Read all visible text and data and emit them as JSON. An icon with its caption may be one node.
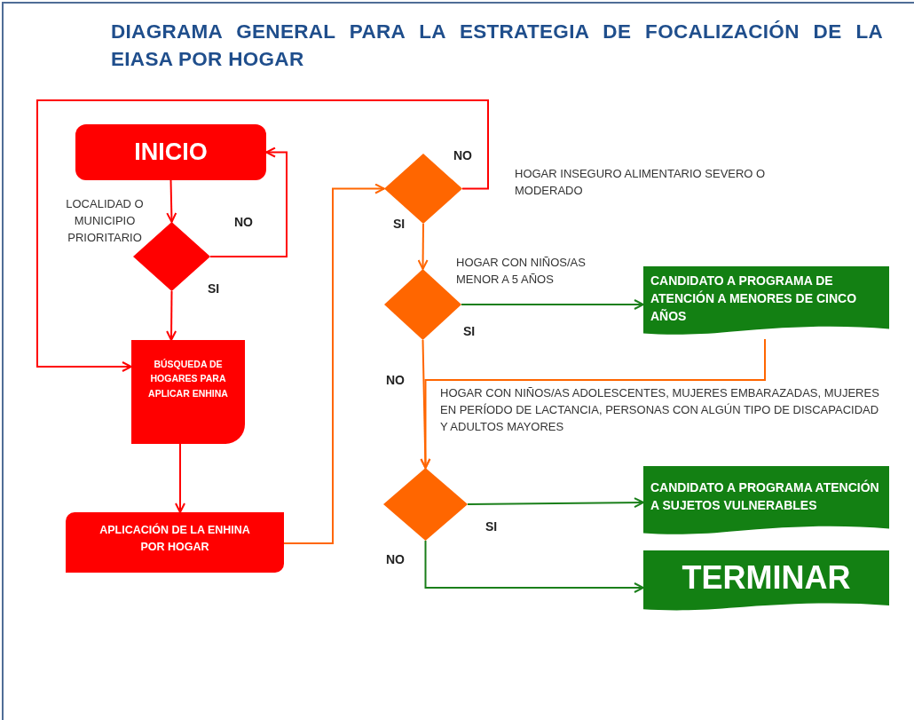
{
  "diagram": {
    "title": "DIAGRAMA GENERAL PARA LA ESTRATEGIA DE FOCALIZACIÓN DE LA EIASA POR HOGAR",
    "nodes": [
      {
        "text": [
          "INICIO"
        ]
      },
      {
        "text": [],
        "shape": "diamond",
        "beside": [
          "LOCALIDAD O MUNICIPIO PRIORITARIO"
        ]
      },
      {
        "text": [
          "BÚSQUEDA DE HOGARES PARA APLICAR ENHINA"
        ]
      },
      {
        "text": [
          "APLICACIÓN DE LA ENHINA POR HOGAR"
        ]
      },
      {
        "text": [],
        "shape": "diamond"
      },
      {
        "text": [],
        "shape": "diamond",
        "beside": [
          "HOGAR CON NIÑOS/AS MENOR A 5 AÑOS"
        ]
      },
      {
        "text": [
          "CANDIDATO A PROGRAMA DE ATENCIÓN A MENORES DE CINCO AÑOS"
        ]
      },
      {
        "text": [],
        "shape": "diamond",
        "beside": [
          "HOGAR CON NIÑOS/AS ADOLESCENTES, MUJERES EMBARAZADAS, MUJERES EN PERÍODO DE LACTANCIA, PERSONAS CON ALGÚN TIPO DE DISCAPACIDAD Y ADULTOS MAYORES"
        ]
      },
      {
        "text": [
          "CANDIDATO A PROGRAMA ATENCIÓN A SUJETOS VULNERABLES"
        ]
      },
      {
        "text": [
          "TERMINAR"
        ]
      }
    ],
    "edges": [
      {
        "from": 0,
        "to": 1,
        "arrow": "to"
      },
      {
        "from": 1,
        "to": 0,
        "arrow": "to",
        "label": "NO"
      },
      {
        "from": 1,
        "to": 2,
        "arrow": "to",
        "label": "SI"
      },
      {
        "from": 4,
        "to": 2,
        "arrow": "to",
        "label": "NO"
      },
      {
        "from": 2,
        "to": 3,
        "arrow": "to"
      },
      {
        "from": 3,
        "to": 4,
        "arrow": "to",
        "color": "#ff6600"
      },
      {
        "from": 4,
        "to": 5,
        "arrow": "to",
        "label": "SI",
        "color": "#ff6600"
      },
      {
        "from": 5,
        "to": 6,
        "arrow": "to",
        "label": "SI",
        "color": "#1a7f1a"
      },
      {
        "from": 5,
        "to": 7,
        "arrow": "to",
        "label": "NO",
        "color": "#ff6600"
      },
      {
        "from": 6,
        "to": 7,
        "arrow": "to",
        "color": "#ff6600"
      },
      {
        "from": 7,
        "to": 8,
        "arrow": "to",
        "label": "SI",
        "color": "#1a7f1a"
      },
      {
        "from": 7,
        "to": 9,
        "arrow": "to",
        "label": "NO",
        "color": "#1a7f1a"
      }
    ],
    "labels": [
      "HOGAR INSEGURO ALIMENTARIO SEVERO O MODERADO"
    ]
  }
}
